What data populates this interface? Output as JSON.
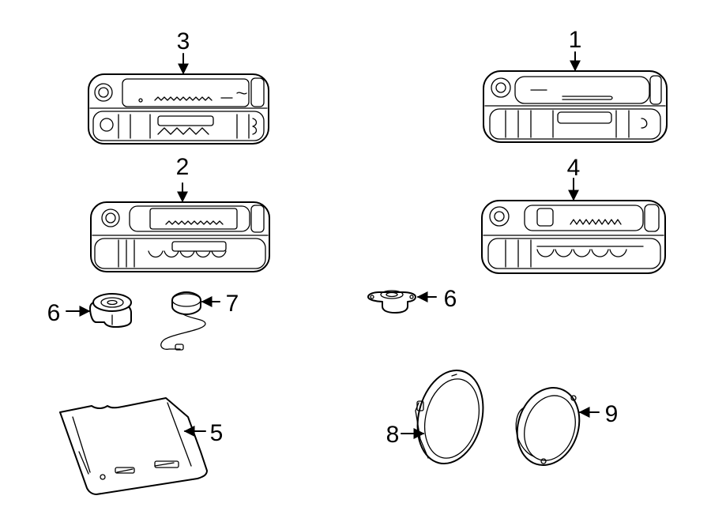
{
  "diagram": {
    "callouts": {
      "c1": "1",
      "c2": "2",
      "c3": "3",
      "c4": "4",
      "c5": "5",
      "c6_left": "6",
      "c6_right": "6",
      "c7": "7",
      "c8": "8",
      "c9": "9"
    },
    "colors": {
      "line": "#000000",
      "background": "#ffffff"
    }
  }
}
